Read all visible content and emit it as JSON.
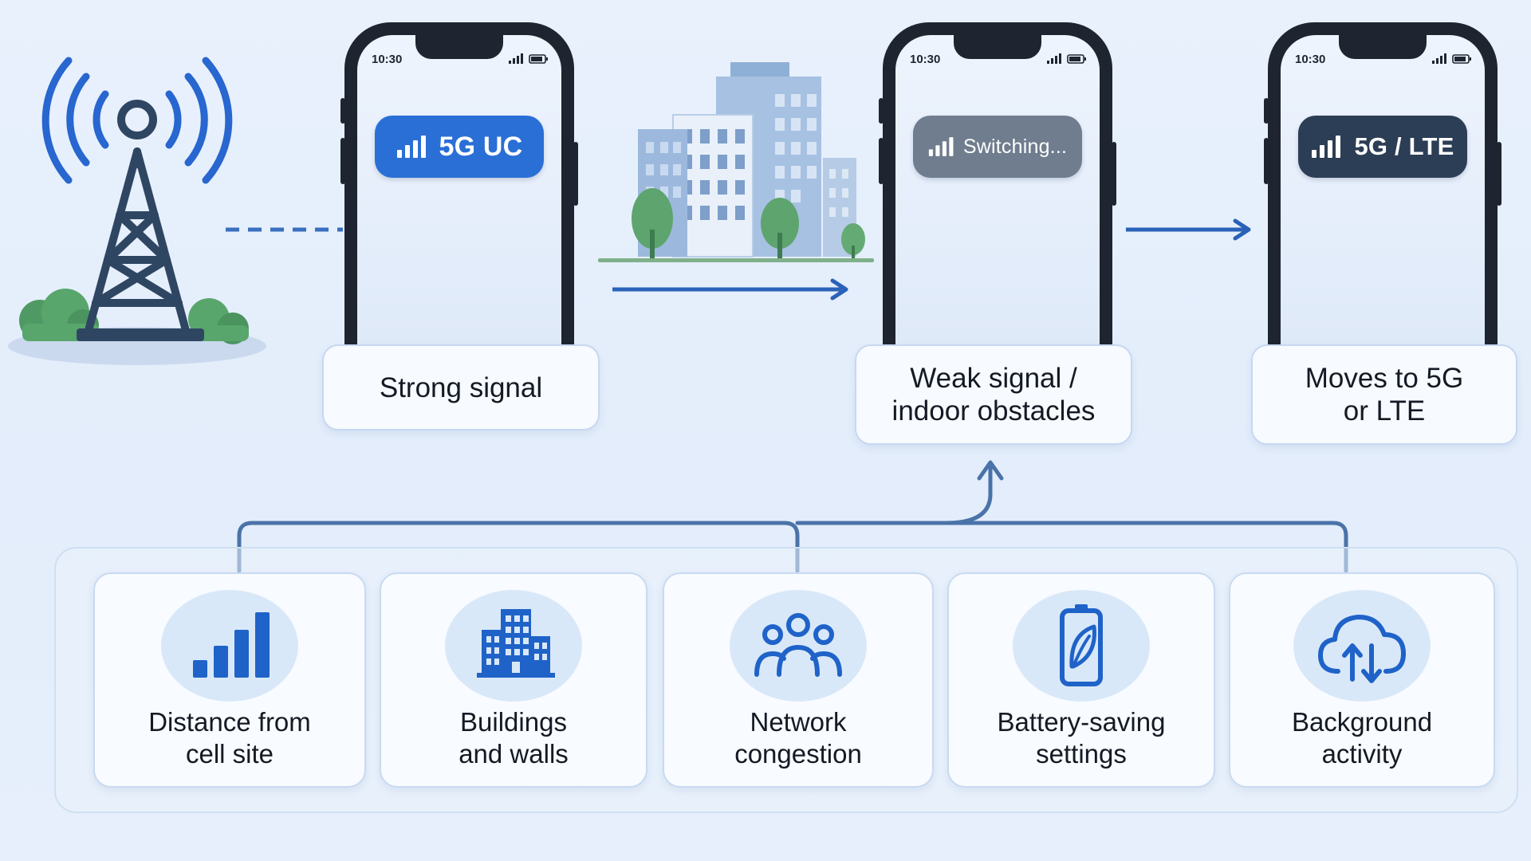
{
  "colors": {
    "accent_blue": "#2a6fd6",
    "dark_navy": "#2c3e55",
    "switching_gray": "#6f7d8e",
    "icon_blue": "#1f63c9",
    "connector": "#4a73a8"
  },
  "phones": [
    {
      "time": "10:30",
      "badge_text": "5G UC",
      "badge_icon": "signal-bars-icon",
      "badge_color": "#2a6fd6"
    },
    {
      "time": "10:30",
      "badge_text": "Switching...",
      "badge_icon": "signal-bars-icon",
      "badge_color": "#6f7d8e"
    },
    {
      "time": "10:30",
      "badge_text": "5G / LTE",
      "badge_icon": "signal-bars-icon",
      "badge_color": "#2c3e55"
    }
  ],
  "states": [
    {
      "line1": "Strong signal",
      "line2": ""
    },
    {
      "line1": "Weak signal /",
      "line2": "indoor obstacles"
    },
    {
      "line1": "Moves to 5G",
      "line2": "or LTE"
    }
  ],
  "factors": [
    {
      "icon": "signal-strength-icon",
      "line1": "Distance from",
      "line2": "cell site"
    },
    {
      "icon": "office-building-icon",
      "line1": "Buildings",
      "line2": "and walls"
    },
    {
      "icon": "people-group-icon",
      "line1": "Network",
      "line2": "congestion"
    },
    {
      "icon": "battery-leaf-icon",
      "line1": "Battery-saving",
      "line2": "settings"
    },
    {
      "icon": "cloud-sync-icon",
      "line1": "Background",
      "line2": "activity"
    }
  ]
}
